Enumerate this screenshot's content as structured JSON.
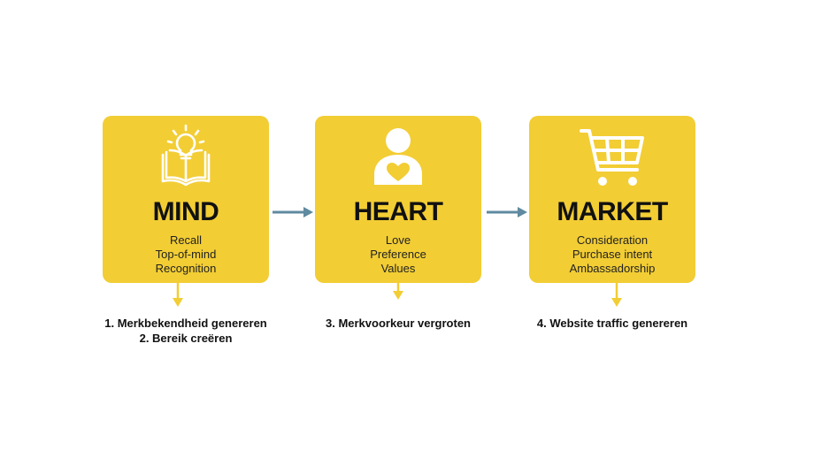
{
  "stages": [
    {
      "title": "MIND",
      "lines": [
        "Recall",
        "Top-of-mind",
        "Recognition"
      ],
      "icon": "book-lightbulb-icon"
    },
    {
      "title": "HEART",
      "lines": [
        "Love",
        "Preference",
        "Values"
      ],
      "icon": "person-heart-icon"
    },
    {
      "title": "MARKET",
      "lines": [
        "Consideration",
        "Purchase intent",
        "Ambassadorship"
      ],
      "icon": "shopping-cart-icon"
    }
  ],
  "goals": [
    [
      "1. Merkbekendheid genereren",
      "2. Bereik creëren"
    ],
    [
      "3. Merkvoorkeur vergroten"
    ],
    [
      "4. Website traffic genereren"
    ]
  ],
  "colors": {
    "card": "#f2cd34",
    "arrow_horizontal": "#5f8aa0",
    "arrow_down": "#f2cd34",
    "text": "#111111"
  }
}
